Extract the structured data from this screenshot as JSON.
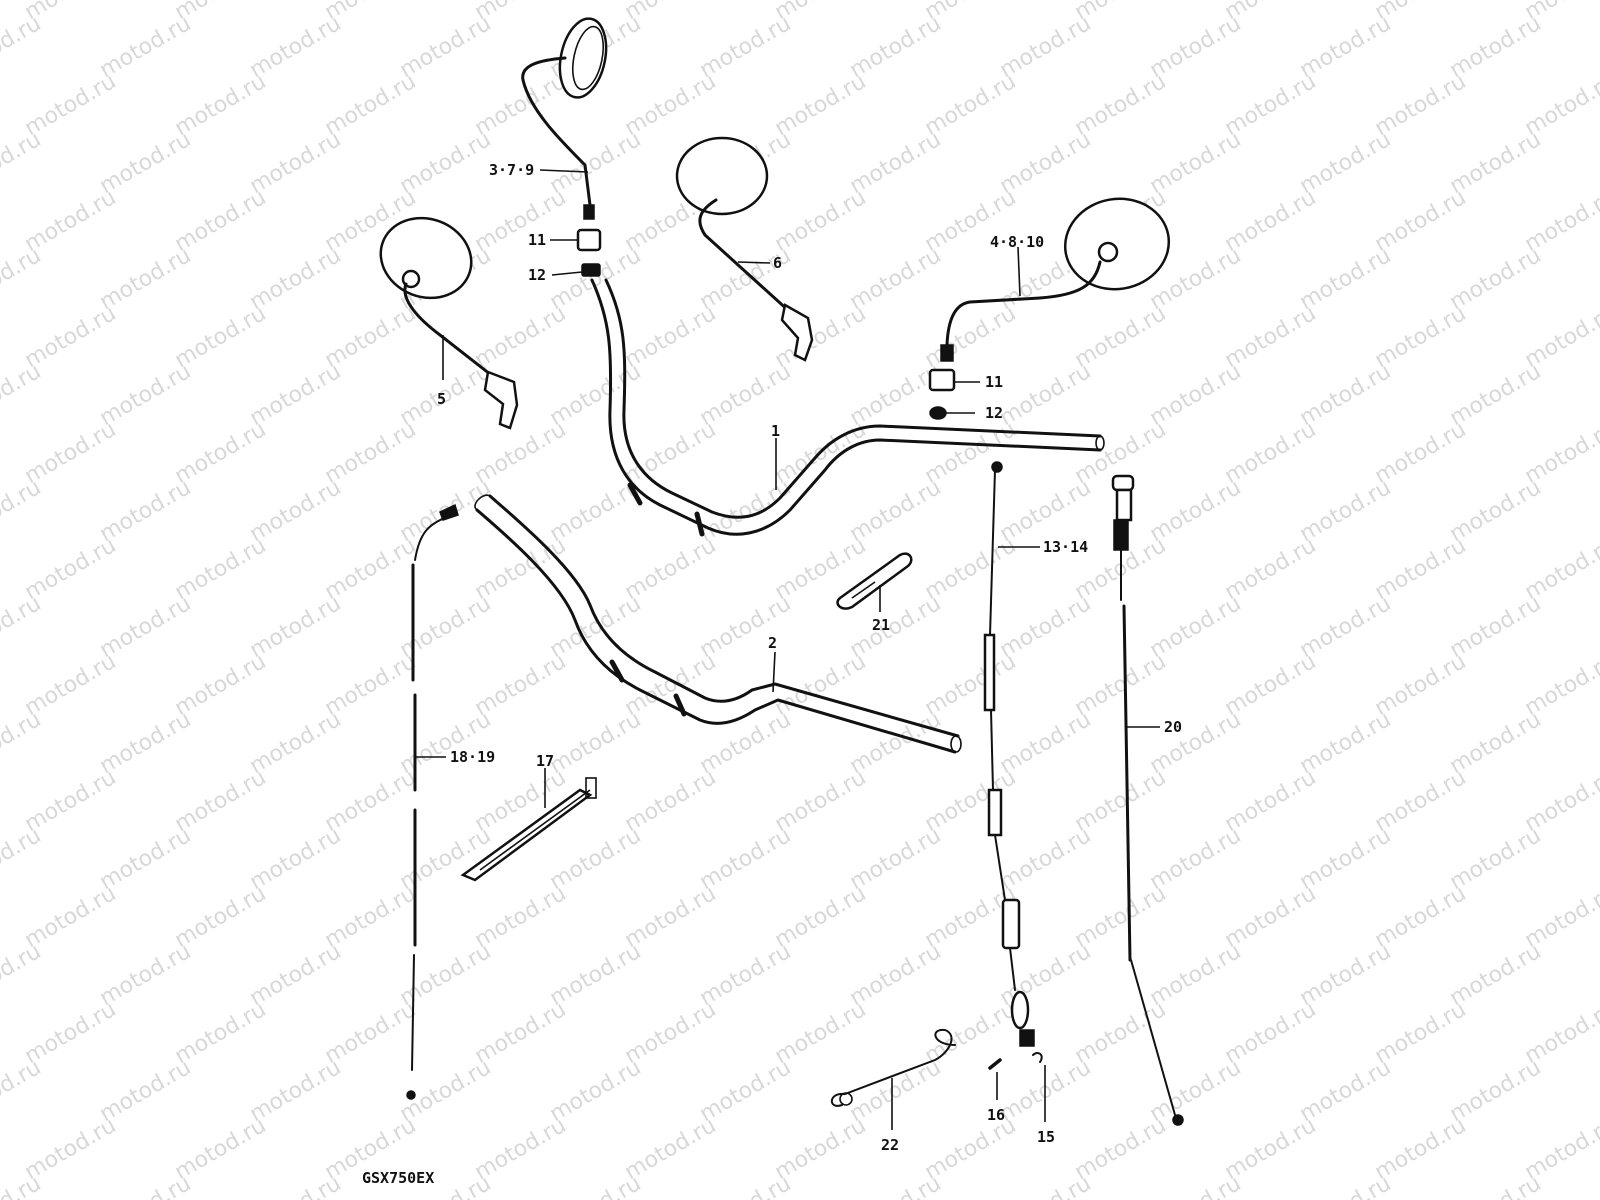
{
  "watermark": "motod.ru",
  "model_code": "GSX750EX",
  "callouts": [
    {
      "id": "c-3-7-9",
      "text": "3·7·9"
    },
    {
      "id": "c-11a",
      "text": "11"
    },
    {
      "id": "c-12a",
      "text": "12"
    },
    {
      "id": "c-6",
      "text": "6"
    },
    {
      "id": "c-5",
      "text": "5"
    },
    {
      "id": "c-4-8-10",
      "text": "4·8·10"
    },
    {
      "id": "c-11b",
      "text": "11"
    },
    {
      "id": "c-12b",
      "text": "12"
    },
    {
      "id": "c-1",
      "text": "1"
    },
    {
      "id": "c-13-14",
      "text": "13·14"
    },
    {
      "id": "c-21",
      "text": "21"
    },
    {
      "id": "c-2",
      "text": "2"
    },
    {
      "id": "c-20",
      "text": "20"
    },
    {
      "id": "c-18-19",
      "text": "18·19"
    },
    {
      "id": "c-17",
      "text": "17"
    },
    {
      "id": "c-22",
      "text": "22"
    },
    {
      "id": "c-16",
      "text": "16"
    },
    {
      "id": "c-15",
      "text": "15"
    }
  ]
}
